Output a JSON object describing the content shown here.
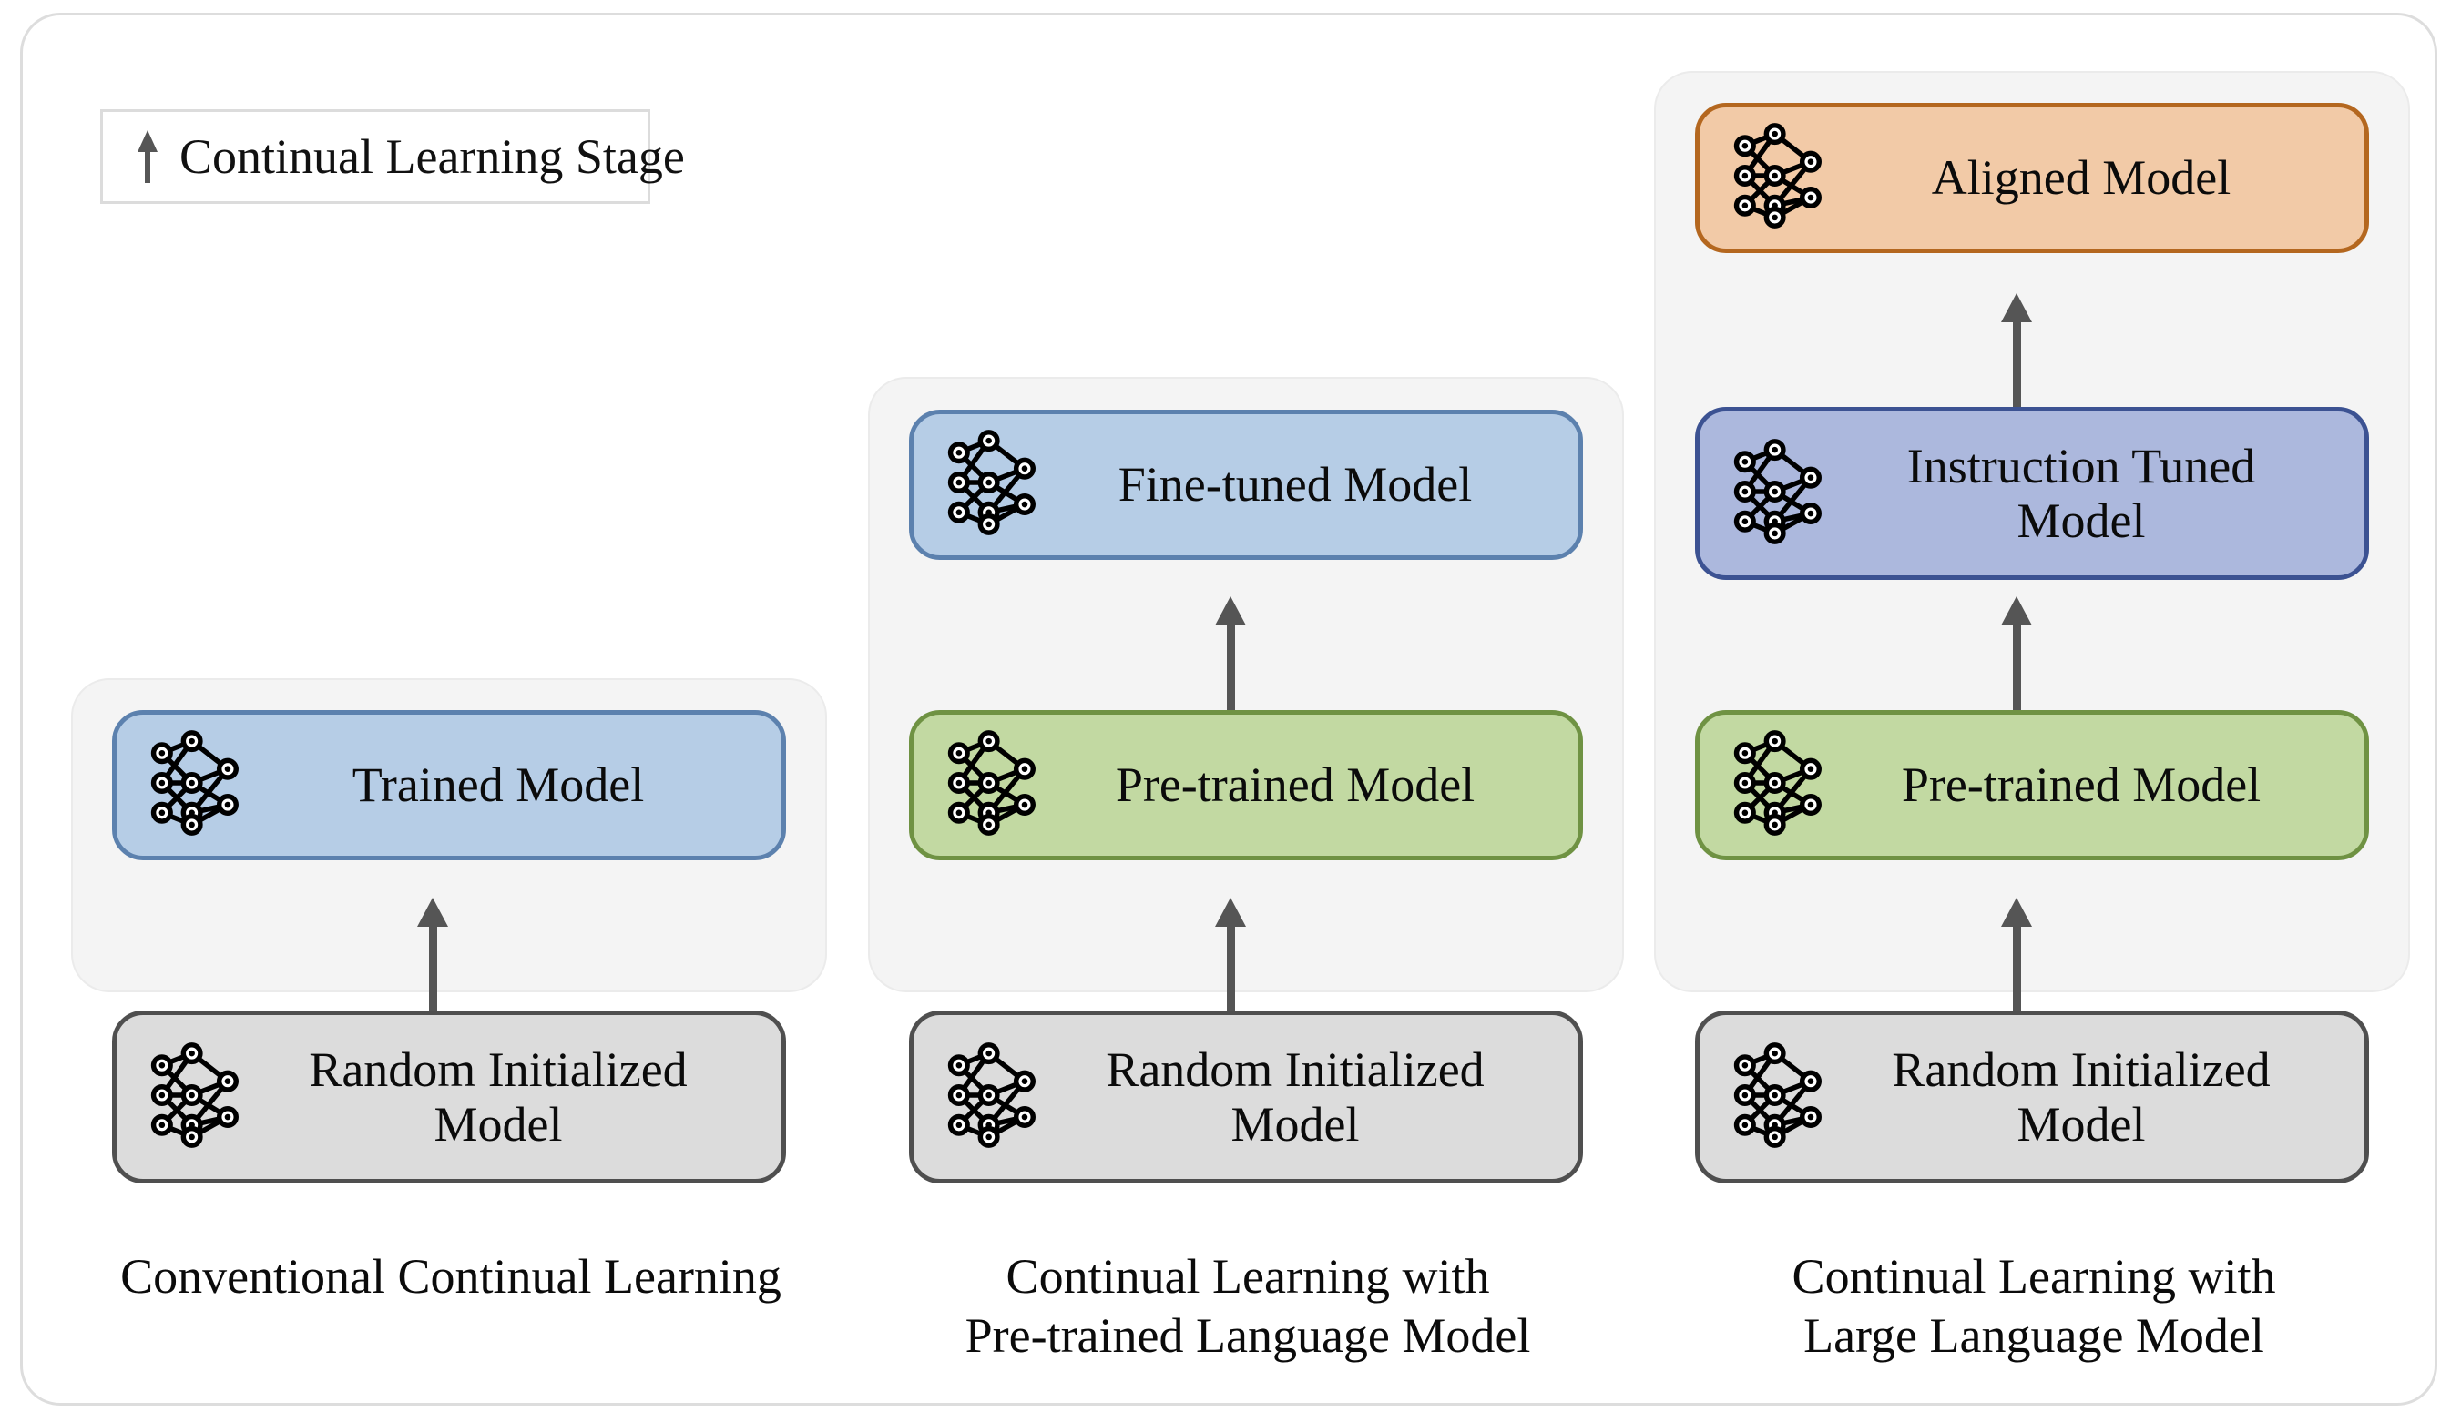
{
  "legend": {
    "icon": "up-arrow-icon",
    "label": "Continual Learning Stage"
  },
  "columns": [
    {
      "id": "conventional",
      "caption": "Conventional Continual Learning",
      "boxes": [
        {
          "label": "Trained Model",
          "color": "blue",
          "icon": "neural-network-icon"
        },
        {
          "label": "Random Initialized\nModel",
          "color": "gray",
          "icon": "neural-network-icon"
        }
      ]
    },
    {
      "id": "plm",
      "caption": "Continual Learning with\nPre-trained Language Model",
      "boxes": [
        {
          "label": "Fine-tuned Model",
          "color": "blue",
          "icon": "neural-network-icon"
        },
        {
          "label": "Pre-trained Model",
          "color": "green",
          "icon": "neural-network-icon"
        },
        {
          "label": "Random Initialized\nModel",
          "color": "gray",
          "icon": "neural-network-icon"
        }
      ]
    },
    {
      "id": "llm",
      "caption": "Continual Learning with\nLarge Language Model",
      "boxes": [
        {
          "label": "Aligned Model",
          "color": "orange",
          "icon": "neural-network-icon"
        },
        {
          "label": "Instruction Tuned\nModel",
          "color": "indigo",
          "icon": "neural-network-icon"
        },
        {
          "label": "Pre-trained Model",
          "color": "green",
          "icon": "neural-network-icon"
        },
        {
          "label": "Random Initialized\nModel",
          "color": "gray",
          "icon": "neural-network-icon"
        }
      ]
    }
  ],
  "colors": {
    "blue_fill": "#b6cde6",
    "blue_border": "#5c81ae",
    "green_fill": "#c2d9a2",
    "green_border": "#6f9243",
    "orange_fill": "#f2caa7",
    "orange_border": "#b4671f",
    "indigo_fill": "#acb8dd",
    "indigo_border": "#3c5292",
    "gray_fill": "#dcdcdc",
    "gray_border": "#4f4f4f",
    "panel_fill": "#f4f4f4",
    "arrow": "#555555"
  }
}
